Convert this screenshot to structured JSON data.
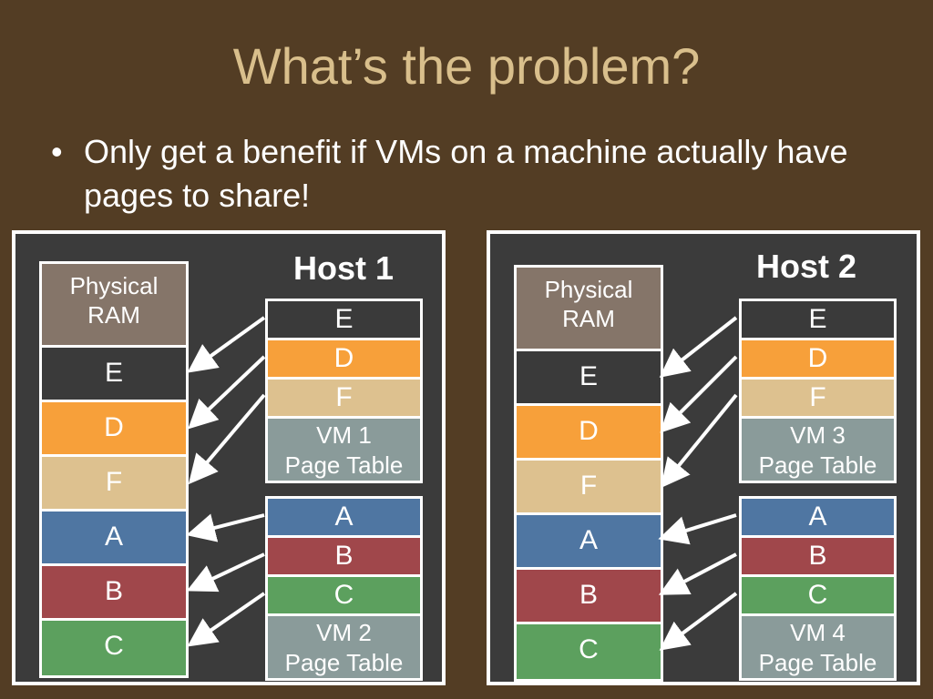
{
  "title": "What’s the problem?",
  "bullet": {
    "marker": "•",
    "text": "Only get a benefit if VMs on a machine actually have pages to share!"
  },
  "colors": {
    "background": "#533d24",
    "title": "#d9bf8c",
    "host_panel": "#3b3b3b",
    "E": "#3a3a3a",
    "D": "#f7a03a",
    "F": "#ddc18f",
    "A": "#4f76a2",
    "B": "#a0474b",
    "C": "#5ca05e",
    "ram_header": "#857569",
    "page_table_label": "#8a9b9a"
  },
  "hosts": [
    {
      "title": "Host 1",
      "ram": {
        "header": [
          "Physical",
          "RAM"
        ],
        "cells": [
          "E",
          "D",
          "F",
          "A",
          "B",
          "C"
        ]
      },
      "page_tables": [
        {
          "cells": [
            "E",
            "D",
            "F"
          ],
          "label": [
            "VM 1",
            "Page Table"
          ]
        },
        {
          "cells": [
            "A",
            "B",
            "C"
          ],
          "label": [
            "VM 2",
            "Page Table"
          ]
        }
      ]
    },
    {
      "title": "Host 2",
      "ram": {
        "header": [
          "Physical",
          "RAM"
        ],
        "cells": [
          "E",
          "D",
          "F",
          "A",
          "B",
          "C"
        ]
      },
      "page_tables": [
        {
          "cells": [
            "E",
            "D",
            "F"
          ],
          "label": [
            "VM 3",
            "Page Table"
          ]
        },
        {
          "cells": [
            "A",
            "B",
            "C"
          ],
          "label": [
            "VM 4",
            "Page Table"
          ]
        }
      ]
    }
  ]
}
